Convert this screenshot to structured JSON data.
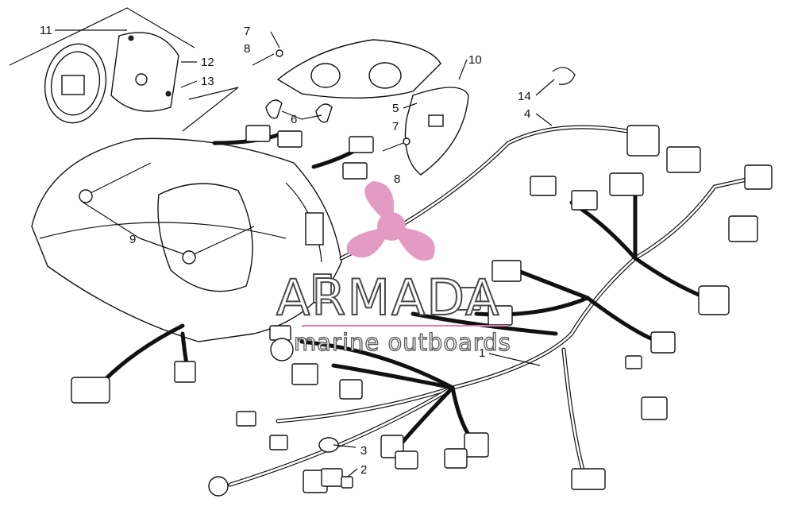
{
  "diagram": {
    "callouts": [
      {
        "id": "c1",
        "text": "1"
      },
      {
        "id": "c2",
        "text": "2"
      },
      {
        "id": "c3",
        "text": "3"
      },
      {
        "id": "c4",
        "text": "4"
      },
      {
        "id": "c5",
        "text": "5"
      },
      {
        "id": "c6",
        "text": "6"
      },
      {
        "id": "c7a",
        "text": "7"
      },
      {
        "id": "c7b",
        "text": "7"
      },
      {
        "id": "c8a",
        "text": "8"
      },
      {
        "id": "c8b",
        "text": "8"
      },
      {
        "id": "c9",
        "text": "9"
      },
      {
        "id": "c10",
        "text": "10"
      },
      {
        "id": "c11",
        "text": "11"
      },
      {
        "id": "c12",
        "text": "12"
      },
      {
        "id": "c13",
        "text": "13"
      },
      {
        "id": "c14",
        "text": "14"
      }
    ]
  },
  "watermark": {
    "title": "ARMADA",
    "subtitle": "marine outboards",
    "logo_color": "#e39bc3",
    "line_color": "#d77fb0"
  }
}
